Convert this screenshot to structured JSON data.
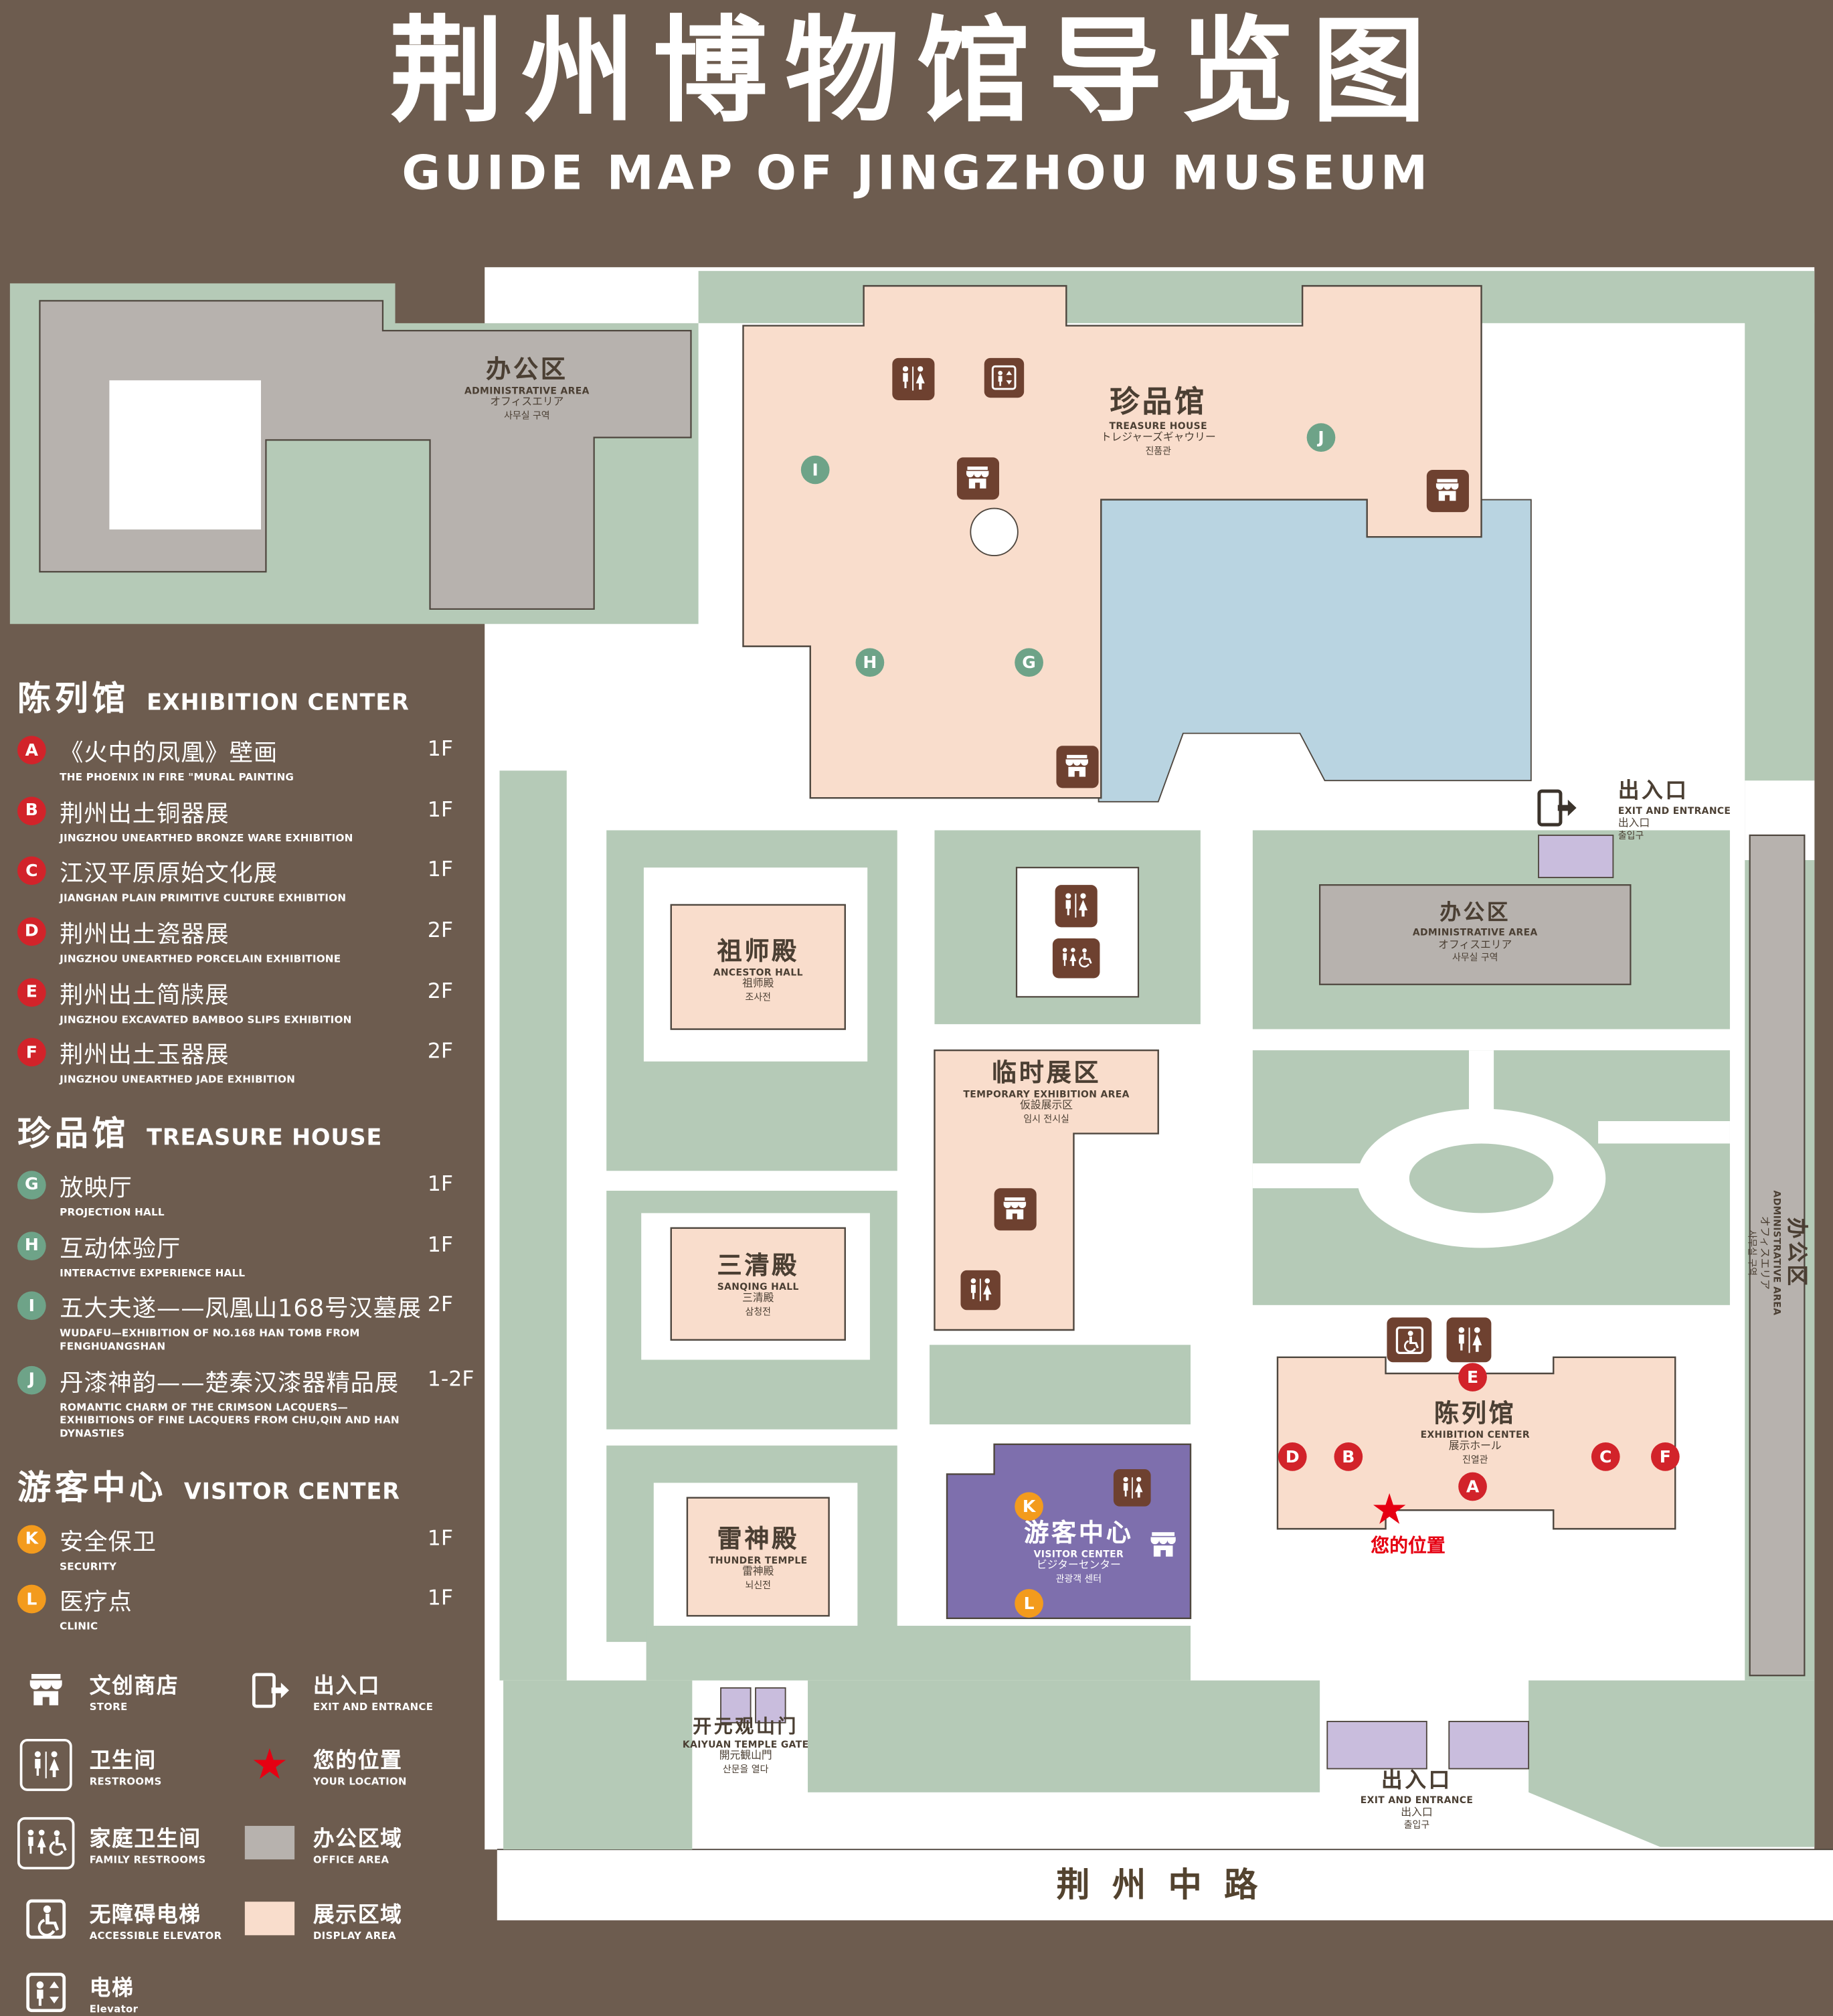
{
  "page": {
    "title_zh": "荆州博物馆导览图",
    "title_en": "GUIDE MAP OF JINGZHOU MUSEUM"
  },
  "legend": {
    "sections": [
      {
        "title_zh": "陈列馆",
        "title_en": "EXHIBITION CENTER",
        "items": [
          {
            "id": "A",
            "zh": "《火中的凤凰》壁画",
            "en": "THE PHOENIX IN FIRE \"MURAL PAINTING",
            "floor": "1F"
          },
          {
            "id": "B",
            "zh": "荆州出土铜器展",
            "en": "JINGZHOU UNEARTHED BRONZE WARE EXHIBITION",
            "floor": "1F"
          },
          {
            "id": "C",
            "zh": "江汉平原原始文化展",
            "en": "JIANGHAN PLAIN PRIMITIVE CULTURE EXHIBITION",
            "floor": "1F"
          },
          {
            "id": "D",
            "zh": "荆州出土瓷器展",
            "en": "JINGZHOU UNEARTHED PORCELAIN EXHIBITIONE",
            "floor": "2F"
          },
          {
            "id": "E",
            "zh": "荆州出土简牍展",
            "en": "JINGZHOU EXCAVATED BAMBOO SLIPS EXHIBITION",
            "floor": "2F"
          },
          {
            "id": "F",
            "zh": "荆州出土玉器展",
            "en": "JINGZHOU UNEARTHED JADE EXHIBITION",
            "floor": "2F"
          }
        ]
      },
      {
        "title_zh": "珍品馆",
        "title_en": "TREASURE HOUSE",
        "items": [
          {
            "id": "G",
            "zh": "放映厅",
            "en": "PROJECTION HALL",
            "floor": "1F"
          },
          {
            "id": "H",
            "zh": "互动体验厅",
            "en": "INTERACTIVE EXPERIENCE HALL",
            "floor": "1F"
          },
          {
            "id": "I",
            "zh": "五大夫遂——凤凰山168号汉墓展",
            "en": "WUDAFU—EXHIBITION OF NO.168 HAN TOMB FROM FENGHUANGSHAN",
            "floor": "2F"
          },
          {
            "id": "J",
            "zh": "丹漆神韵——楚秦汉漆器精品展",
            "en": "ROMANTIC CHARM OF THE CRIMSON LACQUERS—EXHIBITIONS OF FINE LACQUERS FROM CHU,QIN AND HAN DYNASTIES",
            "floor": "1-2F"
          }
        ]
      },
      {
        "title_zh": "游客中心",
        "title_en": "VISITOR CENTER",
        "items": [
          {
            "id": "K",
            "zh": "安全保卫",
            "en": "SECURITY",
            "floor": "1F"
          },
          {
            "id": "L",
            "zh": "医疗点",
            "en": "CLINIC",
            "floor": "1F"
          }
        ]
      }
    ],
    "symbols": [
      {
        "icon": "store-icon",
        "zh": "文创商店",
        "en": "STORE"
      },
      {
        "icon": "exit-icon",
        "zh": "出入口",
        "en": "EXIT AND ENTRANCE"
      },
      {
        "icon": "restroom-icon",
        "zh": "卫生间",
        "en": "RESTROOMS"
      },
      {
        "icon": "location-star-icon",
        "zh": "您的位置",
        "en": "YOUR LOCATION"
      },
      {
        "icon": "family-restroom-icon",
        "zh": "家庭卫生间",
        "en": "FAMILY RESTROOMS"
      },
      {
        "icon": "office-area-swatch",
        "zh": "办公区域",
        "en": "OFFICE AREA"
      },
      {
        "icon": "accessible-elevator-icon",
        "zh": "无障碍电梯",
        "en": "ACCESSIBLE ELEVATOR"
      },
      {
        "icon": "display-area-swatch",
        "zh": "展示区域",
        "en": "DISPLAY AREA"
      },
      {
        "icon": "elevator-icon",
        "zh": "电梯",
        "en": "Elevator"
      }
    ]
  },
  "map": {
    "buildings": {
      "admin_nw": {
        "zh": "办公区",
        "en": "ADMINISTRATIVE AREA",
        "ja": "オフィスエリア",
        "ko": "사무실 구역"
      },
      "treasure_house": {
        "zh": "珍品馆",
        "en": "TREASURE HOUSE",
        "ja": "トレジャーズギャウリー",
        "ko": "진품관"
      },
      "ancestor_hall": {
        "zh": "祖师殿",
        "en": "ANCESTOR HALL",
        "ja": "祖师殿",
        "ko": "조사전"
      },
      "temporary_exhibition": {
        "zh": "临时展区",
        "en": "TEMPORARY EXHIBITION AREA",
        "ja": "仮設展示区",
        "ko": "임시 전시실"
      },
      "admin_east": {
        "zh": "办公区",
        "en": "ADMINISTRATIVE AREA",
        "ja": "オフィスエリア",
        "ko": "사무실 구역"
      },
      "admin_far_east": {
        "zh": "办公区",
        "en": "ADMINISTRATIVE AREA",
        "ja": "オフィスエリア",
        "ko": "사무실 구역"
      },
      "sanqing_hall": {
        "zh": "三清殿",
        "en": "SANQING HALL",
        "ja": "三清殿",
        "ko": "삼청전"
      },
      "thunder_temple": {
        "zh": "雷神殿",
        "en": "THUNDER TEMPLE",
        "ja": "雷神殿",
        "ko": "뇌신전"
      },
      "visitor_center": {
        "zh": "游客中心",
        "en": "VISITOR CENTER",
        "ja": "ビジターセンター",
        "ko": "관광객 센터"
      },
      "exhibition_center": {
        "zh": "陈列馆",
        "en": "EXHIBITION CENTER",
        "ja": "展示ホール",
        "ko": "진열관"
      }
    },
    "labels": {
      "exit_east": {
        "zh": "出入口",
        "en": "EXIT AND ENTRANCE",
        "ja": "出入口",
        "ko": "출입구"
      },
      "exit_south": {
        "zh": "出入口",
        "en": "EXIT AND ENTRANCE",
        "ja": "出入口",
        "ko": "출입구"
      },
      "gate": {
        "zh": "开元观山门",
        "en": "KAIYUAN TEMPLE GATE",
        "ja": "開元観山門",
        "ko": "산문을 열다"
      },
      "your_location": "您的位置",
      "road": "荆州中路"
    },
    "markers": [
      "A",
      "B",
      "C",
      "D",
      "E",
      "F",
      "G",
      "H",
      "I",
      "J",
      "K",
      "L"
    ],
    "placed_icons": [
      "restroom-icon",
      "elevator-icon",
      "store-icon",
      "store-icon",
      "store-icon",
      "restroom-icon",
      "family-restroom-icon",
      "store-icon",
      "restroom-icon",
      "restroom-icon",
      "store-icon",
      "accessible-elevator-icon",
      "restroom-icon",
      "exit-icon"
    ]
  },
  "colors": {
    "background": "#6d5c4f",
    "landscape_green": "#b5cab7",
    "display_pink": "#f9ddcc",
    "office_gray": "#b7b2ae",
    "water_blue": "#b9d4e1",
    "visitor_purple": "#7e6fad",
    "gate_lavender": "#c9bddd",
    "marker_red": "#d2232a",
    "marker_green": "#6ea388",
    "marker_orange": "#f39b1d",
    "icon_brown": "#6e4130",
    "your_location_red": "#e60012"
  }
}
